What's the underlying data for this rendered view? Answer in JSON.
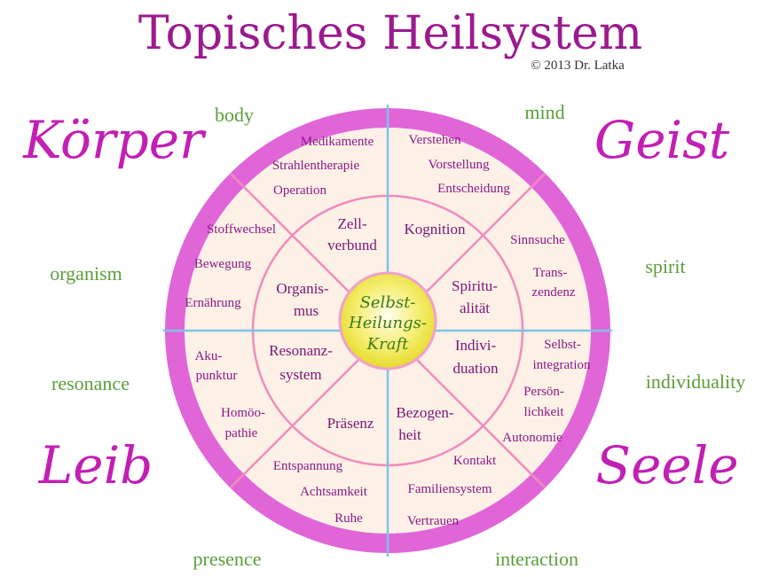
{
  "title": "Topisches Heilsystem",
  "copyright": "© 2013 Dr. Latka",
  "colors": {
    "title": "#9b1a8e",
    "script": "#c21fb4",
    "english": "#5a9e3a",
    "ring": "#e066d8",
    "fill": "#fdf0e6",
    "line_pink": "#f08cbe",
    "line_blue": "#7ec3e6",
    "core": "#f5ee5a"
  },
  "quadrants": {
    "koerper": "Körper",
    "geist": "Geist",
    "leib": "Leib",
    "seele": "Seele"
  },
  "english": {
    "body": "body",
    "mind": "mind",
    "organism": "organism",
    "spirit": "spirit",
    "resonance": "resonance",
    "individuality": "individuality",
    "presence": "presence",
    "interaction": "interaction"
  },
  "outer": {
    "medikamente": "Medikamente",
    "strahlentherapie": "Strahlentherapie",
    "operation": "Operation",
    "verstehen": "Verstehen",
    "vorstellung": "Vorstellung",
    "entscheidung": "Entscheidung",
    "stoffwechsel": "Stoffwechsel",
    "bewegung": "Bewegung",
    "ernaehrung": "Ernährung",
    "sinnsuche": "Sinnsuche",
    "transzendenz_1": "Trans-",
    "transzendenz_2": "zendenz",
    "akupunktur_1": "Aku-",
    "akupunktur_2": "punktur",
    "homoeopathie_1": "Homöo-",
    "homoeopathie_2": "pathie",
    "selbstintegration_1": "Selbst-",
    "selbstintegration_2": "integration",
    "persoenlichkeit_1": "Persön-",
    "persoenlichkeit_2": "lichkeit",
    "autonomie": "Autonomie",
    "entspannung": "Entspannung",
    "achtsamkeit": "Achtsamkeit",
    "ruhe": "Ruhe",
    "kontakt": "Kontakt",
    "familiensystem": "Familiensystem",
    "vertrauen": "Vertrauen"
  },
  "middle": {
    "zellverbund_1": "Zell-",
    "zellverbund_2": "verbund",
    "kognition": "Kognition",
    "organismus_1": "Organis-",
    "organismus_2": "mus",
    "spiritualitaet_1": "Spiritu-",
    "spiritualitaet_2": "alität",
    "resonanzsystem_1": "Resonanz-",
    "resonanzsystem_2": "system",
    "individuation_1": "Indivi-",
    "individuation_2": "duation",
    "praesenz": "Präsenz",
    "bezogenheit_1": "Bezogen-",
    "bezogenheit_2": "heit"
  },
  "core": {
    "line1": "Selbst-",
    "line2": "Heilungs-",
    "line3": "Kraft"
  }
}
